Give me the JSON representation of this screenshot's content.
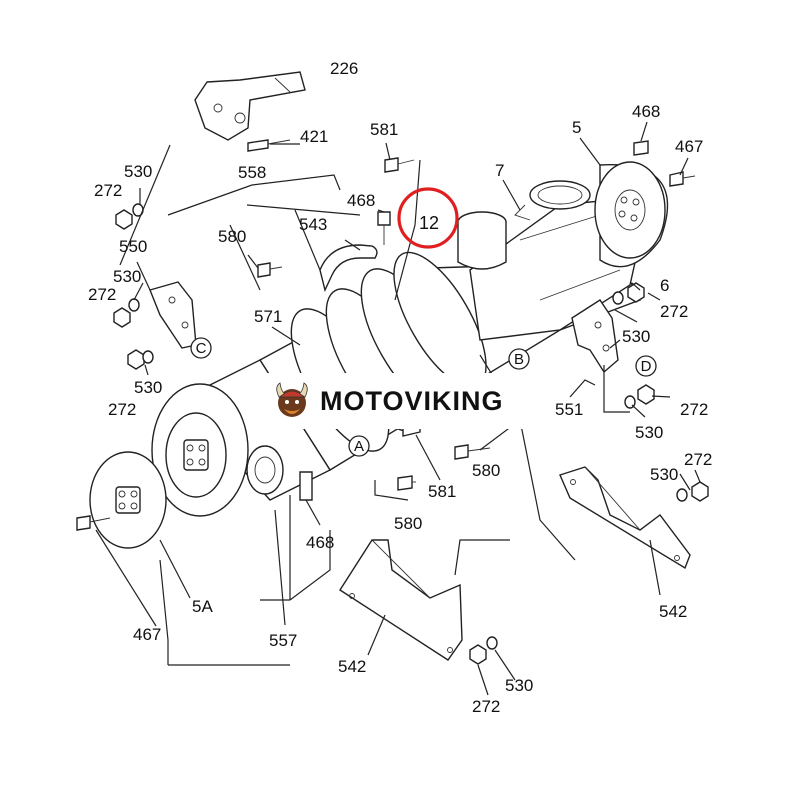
{
  "diagram": {
    "labels": [
      {
        "id": "l226",
        "text": "226"
      },
      {
        "id": "l421",
        "text": "421"
      },
      {
        "id": "l581a",
        "text": "581"
      },
      {
        "id": "l5",
        "text": "5"
      },
      {
        "id": "l468a",
        "text": "468"
      },
      {
        "id": "l467a",
        "text": "467"
      },
      {
        "id": "l530a",
        "text": "530"
      },
      {
        "id": "l272a",
        "text": "272"
      },
      {
        "id": "l558",
        "text": "558"
      },
      {
        "id": "l7",
        "text": "7"
      },
      {
        "id": "l468b",
        "text": "468"
      },
      {
        "id": "l543",
        "text": "543"
      },
      {
        "id": "l12",
        "text": "12"
      },
      {
        "id": "l580a",
        "text": "580"
      },
      {
        "id": "l550",
        "text": "550"
      },
      {
        "id": "l530b",
        "text": "530"
      },
      {
        "id": "l272b",
        "text": "272"
      },
      {
        "id": "l6",
        "text": "6"
      },
      {
        "id": "l272c",
        "text": "272"
      },
      {
        "id": "l571",
        "text": "571"
      },
      {
        "id": "l530c",
        "text": "530"
      },
      {
        "id": "l530d",
        "text": "530"
      },
      {
        "id": "l272d",
        "text": "272"
      },
      {
        "id": "l551",
        "text": "551"
      },
      {
        "id": "l272e",
        "text": "272"
      },
      {
        "id": "l530e",
        "text": "530"
      },
      {
        "id": "l580b",
        "text": "580"
      },
      {
        "id": "l581b",
        "text": "581"
      },
      {
        "id": "l580c",
        "text": "580"
      },
      {
        "id": "l530f",
        "text": "530"
      },
      {
        "id": "l272f",
        "text": "272"
      },
      {
        "id": "l468c",
        "text": "468"
      },
      {
        "id": "l5A",
        "text": "5A"
      },
      {
        "id": "l467b",
        "text": "467"
      },
      {
        "id": "l557",
        "text": "557"
      },
      {
        "id": "l542a",
        "text": "542"
      },
      {
        "id": "l542b",
        "text": "542"
      },
      {
        "id": "l530g",
        "text": "530"
      },
      {
        "id": "l272g",
        "text": "272"
      }
    ],
    "ref_letters": [
      {
        "id": "rA",
        "text": "A"
      },
      {
        "id": "rB",
        "text": "B"
      },
      {
        "id": "rC",
        "text": "C"
      },
      {
        "id": "rD",
        "text": "D"
      }
    ],
    "highlight": {
      "color": "#e02020"
    }
  },
  "watermark": {
    "text": "MOTOVIKING"
  }
}
